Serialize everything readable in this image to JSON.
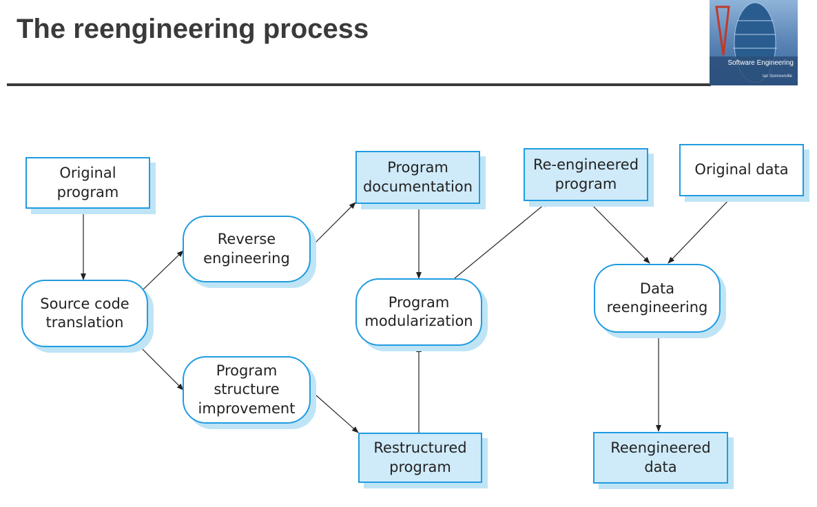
{
  "title": "The reengineering process",
  "cover": {
    "label": "Software Engineering",
    "author": "Ian Sommerville"
  },
  "nodes": {
    "original_program": "Original\nprogram",
    "source_code_translation": "Source code\ntranslation",
    "reverse_engineering": "Reverse\nengineering",
    "program_structure_improvement": "Program\nstructure\nimprovement",
    "program_documentation": "Program\ndocumentation",
    "program_modularization": "Program\nmodularization",
    "restructured_program": "Restructured\nprogram",
    "reengineered_program": "Re-engineered\nprogram",
    "original_data": "Original data",
    "data_reengineering": "Data\nreengineering",
    "reengineered_data": "Reengineered\ndata"
  }
}
